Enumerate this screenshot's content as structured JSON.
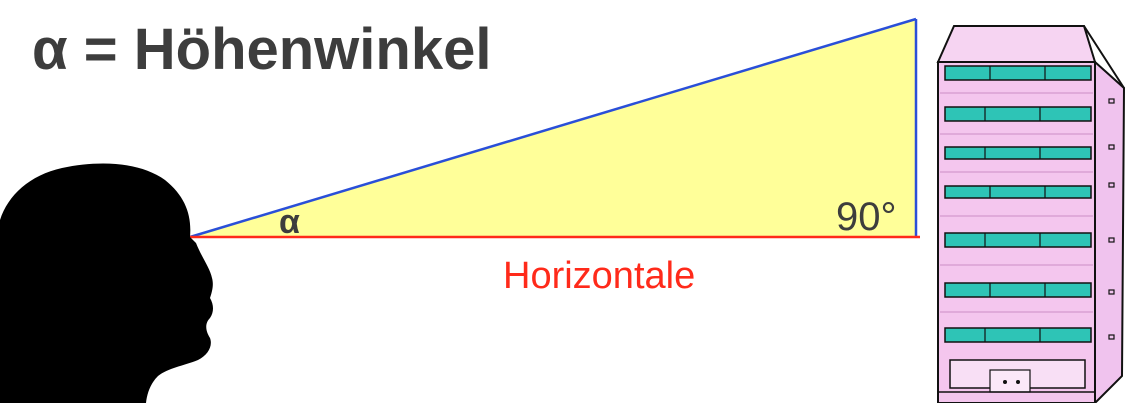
{
  "title": "α = Höhenwinkel",
  "angle_label": "α",
  "right_angle_label": "90°",
  "horizontal_label": "Horizontale",
  "colors": {
    "title_text": "#3d3d3d",
    "triangle_fill": "#ffff99",
    "line_of_sight": "#2a4fd8",
    "vertical_side": "#2a4fd8",
    "horizontal_line": "#ff2a1a",
    "horizontal_text": "#ff2a1a",
    "head_silhouette": "#000000",
    "building_wall": "#f4c6ee",
    "building_windows": "#2ec4b6"
  },
  "icons": {
    "head": "head-silhouette-icon",
    "building": "high-rise-building-icon"
  }
}
